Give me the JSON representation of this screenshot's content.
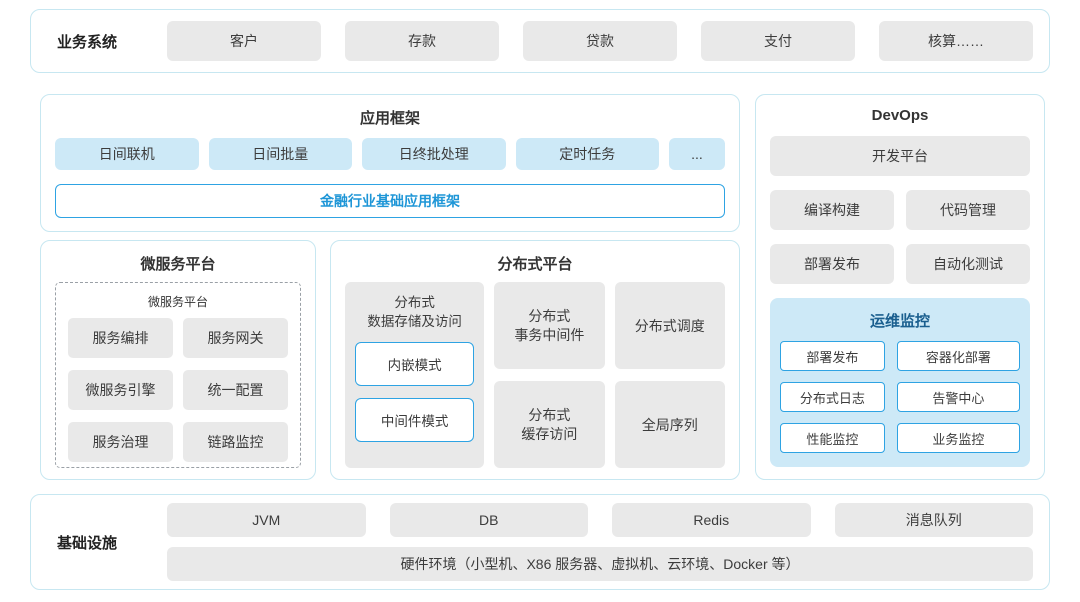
{
  "colors": {
    "accent_blue": "#2ea3e3",
    "accent_text_blue": "#1e96d7",
    "panel_border": "#c7e7f1",
    "box_gray": "#e9e9e9",
    "box_light_blue": "#cde9f7"
  },
  "business_systems": {
    "label": "业务系统",
    "items": [
      "客户",
      "存款",
      "贷款",
      "支付",
      "核算……"
    ]
  },
  "app_framework": {
    "title": "应用框架",
    "items": [
      "日间联机",
      "日间批量",
      "日终批处理",
      "定时任务",
      "..."
    ],
    "base_label": "金融行业基础应用框架"
  },
  "devops": {
    "title": "DevOps",
    "dev_platform": "开发平台",
    "tools": [
      "编译构建",
      "代码管理",
      "部署发布",
      "自动化测试"
    ],
    "monitoring": {
      "title": "运维监控",
      "items": [
        "部署发布",
        "容器化部署",
        "分布式日志",
        "告警中心",
        "性能监控",
        "业务监控"
      ]
    }
  },
  "microservice_platform": {
    "title": "微服务平台",
    "inner_title": "微服务平台",
    "items": [
      "服务编排",
      "服务网关",
      "微服务引擎",
      "统一配置",
      "服务治理",
      "链路监控"
    ]
  },
  "distributed_platform": {
    "title": "分布式平台",
    "storage": {
      "label": "分布式\n数据存储及访问",
      "modes": [
        "内嵌模式",
        "中间件模式"
      ]
    },
    "middle": [
      "分布式\n事务中间件",
      "分布式\n缓存访问"
    ],
    "right": [
      "分布式调度",
      "全局序列"
    ]
  },
  "infrastructure": {
    "label": "基础设施",
    "items": [
      "JVM",
      "DB",
      "Redis",
      "消息队列"
    ],
    "hardware": "硬件环境（小型机、X86 服务器、虚拟机、云环境、Docker 等）"
  }
}
